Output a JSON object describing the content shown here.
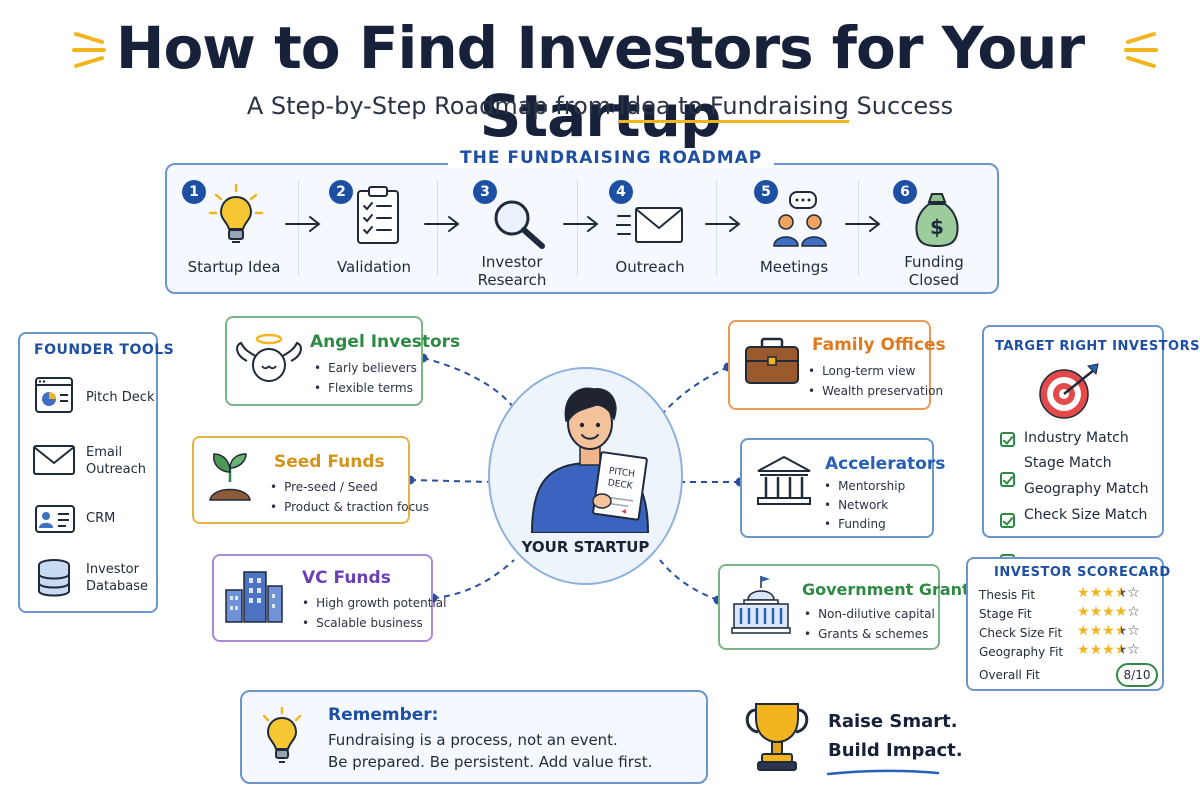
{
  "header": {
    "title": "How to Find Investors for Your Startup",
    "subtitle_parts": [
      "A Step-by-Step Roadmap from ",
      "Idea to Fundraising",
      " Success"
    ]
  },
  "roadmap": {
    "title": "THE FUNDRAISING ROADMAP",
    "steps": [
      {
        "num": "1",
        "label": "Startup Idea",
        "icon": "lightbulb-icon"
      },
      {
        "num": "2",
        "label": "Validation",
        "icon": "clipboard-checklist-icon"
      },
      {
        "num": "3",
        "label": "Investor\nResearch",
        "icon": "magnifier-icon"
      },
      {
        "num": "4",
        "label": "Outreach",
        "icon": "envelope-icon"
      },
      {
        "num": "5",
        "label": "Meetings",
        "icon": "people-chat-icon"
      },
      {
        "num": "6",
        "label": "Funding\nClosed",
        "icon": "money-bag-icon"
      }
    ]
  },
  "founder_tools": {
    "title": "FOUNDER TOOLS",
    "items": [
      {
        "label": "Pitch Deck",
        "icon": "pitch-deck-icon"
      },
      {
        "label": "Email\nOutreach",
        "icon": "email-icon"
      },
      {
        "label": "CRM",
        "icon": "crm-card-icon"
      },
      {
        "label": "Investor\nDatabase",
        "icon": "database-icon"
      }
    ]
  },
  "investor_types": {
    "angel": {
      "title": "Angel Investors",
      "bullets": [
        "Early believers",
        "Flexible terms"
      ],
      "icon": "angel-icon"
    },
    "seed": {
      "title": "Seed Funds",
      "bullets": [
        "Pre-seed / Seed",
        "Product & traction focus"
      ],
      "icon": "sprout-icon"
    },
    "vc": {
      "title": "VC Funds",
      "bullets": [
        "High growth potential",
        "Scalable business"
      ],
      "icon": "buildings-icon"
    },
    "family": {
      "title": "Family Offices",
      "bullets": [
        "Long-term view",
        "Wealth preservation"
      ],
      "icon": "briefcase-icon"
    },
    "accelerators": {
      "title": "Accelerators",
      "bullets": [
        "Mentorship",
        "Network",
        "Funding"
      ],
      "icon": "institution-icon"
    },
    "grants": {
      "title": "Government Grants",
      "bullets": [
        "Non-dilutive capital",
        "Grants & schemes"
      ],
      "icon": "capitol-icon"
    }
  },
  "center": {
    "label": "YOUR STARTUP",
    "deck_text_1": "PITCH",
    "deck_text_2": "DECK"
  },
  "target": {
    "title": "TARGET RIGHT INVESTORS",
    "items": [
      "Industry Match",
      "Stage Match",
      "Geography Match",
      "Check Size Match"
    ]
  },
  "scorecard": {
    "title": "INVESTOR SCORECARD",
    "rows": [
      {
        "label": "Thesis Fit",
        "rating": 3.5
      },
      {
        "label": "Stage Fit",
        "rating": 4
      },
      {
        "label": "Check Size Fit",
        "rating": 3.5
      },
      {
        "label": "Geography Fit",
        "rating": 3.5
      }
    ],
    "overall_label": "Overall Fit",
    "overall_value": "8/10"
  },
  "remember": {
    "title": "Remember:",
    "line1": "Fundraising is a process, not an event.",
    "line2": "Be prepared. Be persistent. Add value first."
  },
  "motto": {
    "line1": "Raise Smart.",
    "line2": "Build Impact."
  },
  "colors": {
    "brand_blue": "#1d4fa3",
    "angel_green": "#2e8a43",
    "seed_gold": "#d4931a",
    "vc_purple": "#6b3fb5",
    "family_orange": "#e07a1f",
    "accelerator_blue": "#2660b8",
    "grants_green": "#2e8a43",
    "accent_yellow": "#f2b51d"
  }
}
